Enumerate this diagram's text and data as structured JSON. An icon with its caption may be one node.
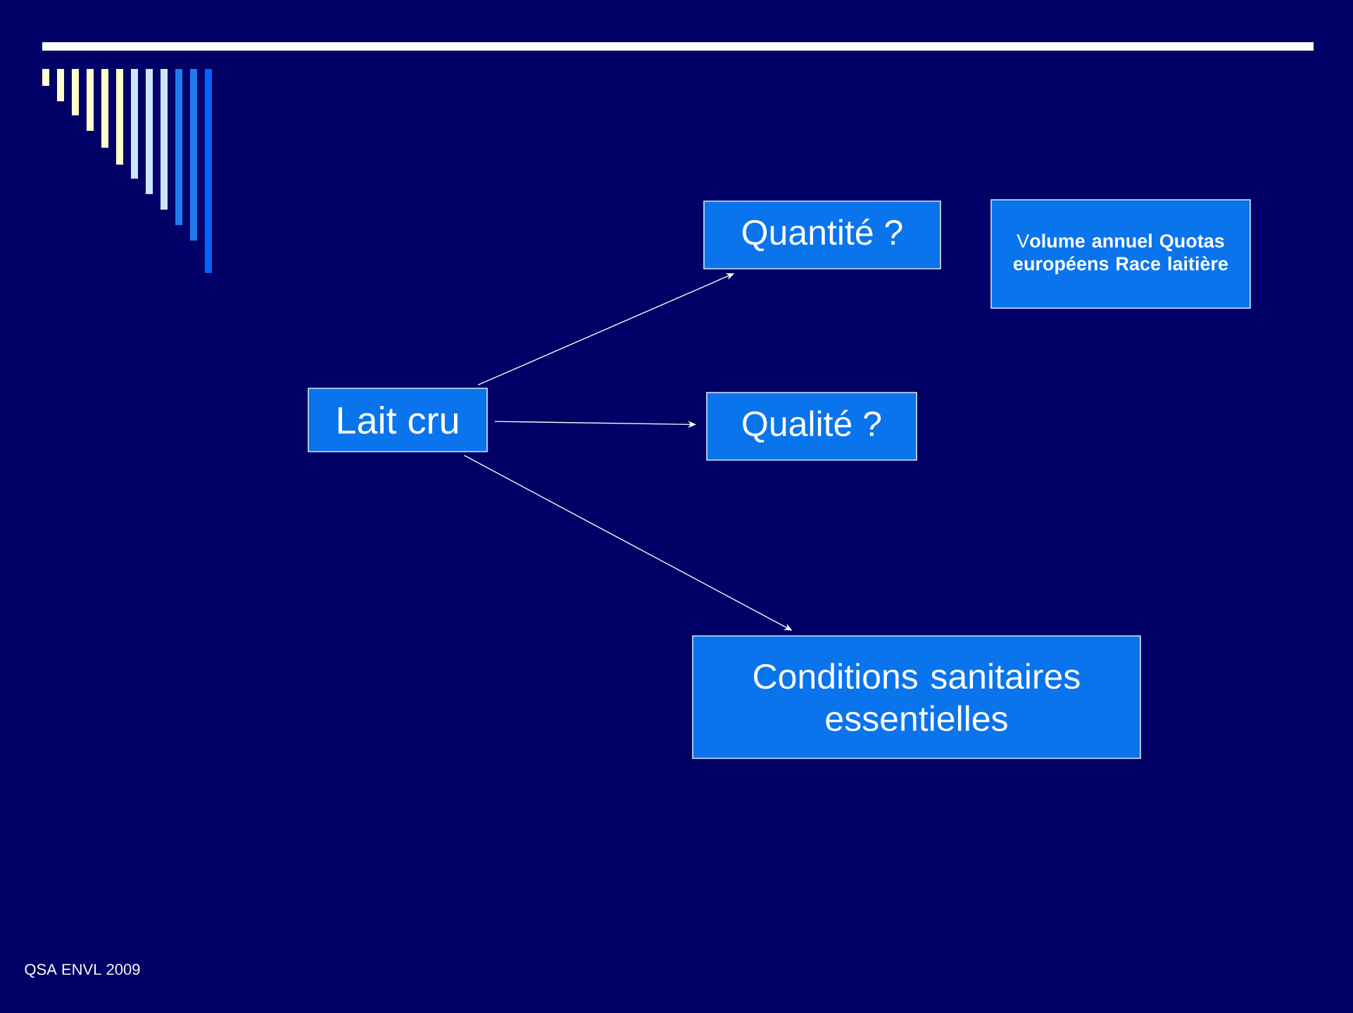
{
  "diagram": {
    "nodes": [
      {
        "text": [
          "Lait cru"
        ]
      },
      {
        "text": [
          "Quantité ?"
        ]
      },
      {
        "text": [
          "Qualité ?"
        ]
      },
      {
        "text": [
          "Conditions sanitaires essentielles"
        ]
      },
      {
        "text": [
          "V**olume annuel Quotas européens Race laitière**"
        ]
      }
    ],
    "edges": [
      {
        "from": 0,
        "to": 1,
        "arrow": "to"
      },
      {
        "from": 0,
        "to": 2,
        "arrow": "to"
      },
      {
        "from": 0,
        "to": 3,
        "arrow": "to"
      }
    ],
    "labels": [
      "QSA ENVL 2009"
    ]
  }
}
